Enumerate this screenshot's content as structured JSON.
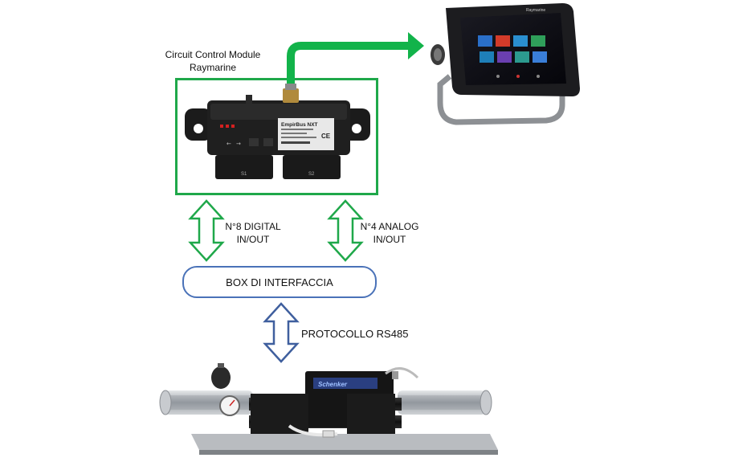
{
  "module": {
    "title_line1": "Circuit Control Module",
    "title_line2": "Raymarine"
  },
  "module_device": {
    "brand_text": "EmpirBus NXT",
    "connector_labels": [
      "S1",
      "S2"
    ]
  },
  "display": {
    "brand_text": "Raymarine"
  },
  "links": {
    "digital_line1": "N°8 DIGITAL",
    "digital_line2": "IN/OUT",
    "analog_line1": "N°4 ANALOG",
    "analog_line2": "IN/OUT",
    "protocol": "PROTOCOLLO RS485"
  },
  "interface_box": {
    "label": "BOX DI INTERFACCIA"
  },
  "watermaker": {
    "brand_text": "Schenker"
  },
  "colors": {
    "green": "#1fa84a",
    "green_arrow": "#12b34a",
    "blue": "#3f5f9e",
    "box_border": "#4a72b8"
  }
}
